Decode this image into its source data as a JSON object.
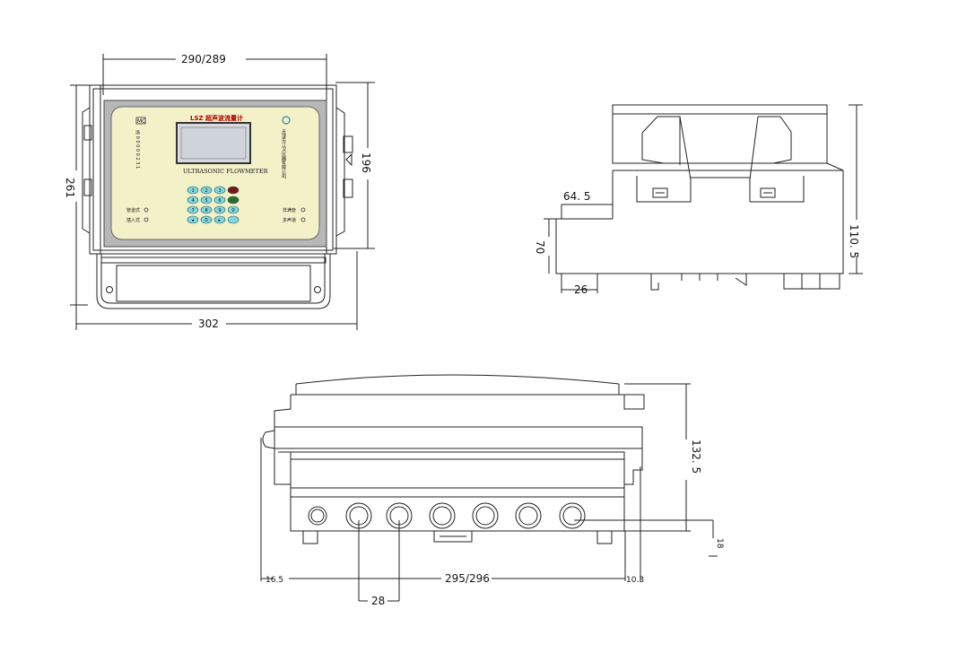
{
  "front_view": {
    "dims": {
      "top_width": "290/289",
      "height_left": "261",
      "height_right": "196",
      "bottom_width": "302"
    },
    "panel": {
      "title": "LSZ 超声波流量计",
      "subtitle": "ULTRASONIC FLOWMETER",
      "left_logo": "MC",
      "left_vertical_text": "浙 0 0 0 0 0 2 3 1",
      "right_vertical_text": "天津市江汉仪器有限公司",
      "label_left_1": "管道式",
      "label_left_2": "插入式",
      "label_right_1": "非满管",
      "label_right_2": "多声道",
      "keys": [
        "1",
        "2",
        "3",
        "",
        "4",
        "5",
        "6",
        "",
        "7",
        "8",
        "9",
        "0",
        "◂",
        "0",
        "▸",
        ""
      ]
    }
  },
  "side_view": {
    "dims": {
      "step": "64. 5",
      "height_small": "70",
      "height_total": "110. 5",
      "foot": "26"
    }
  },
  "bottom_view": {
    "dims": {
      "height": "132. 5",
      "gland_pitch": "28",
      "width": "295/296",
      "left_offset": "16.5",
      "right_offset": "10.3",
      "gland_height": "18"
    }
  },
  "colors": {
    "line": "#222222",
    "panel_bg": "#f3f1c8",
    "frame_gray": "#b7b7b7",
    "display": "#d7dae0",
    "key": "#7fd6de",
    "key_red": "#7a1616",
    "key_green": "#2f6b2a",
    "title_red": "#b00000"
  }
}
